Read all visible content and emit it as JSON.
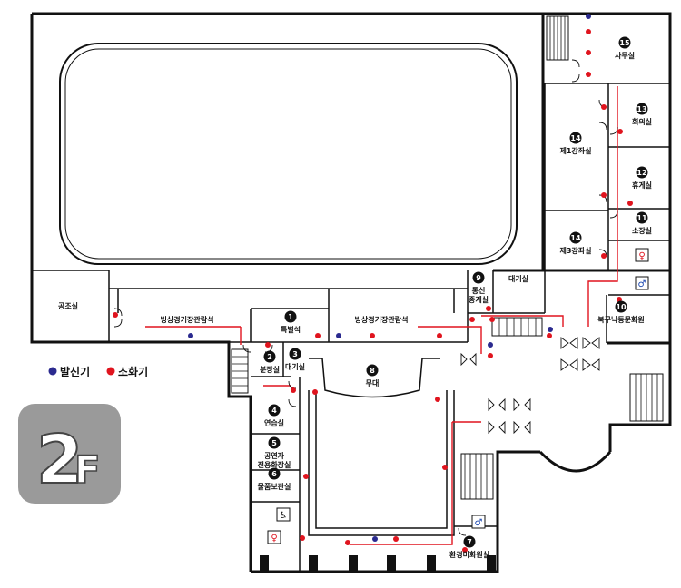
{
  "legend": {
    "transmitter_label": "발신기",
    "extinguisher_label": "소화기",
    "transmitter_color": "#2b2a8f",
    "extinguisher_color": "#e0141e"
  },
  "floor_badge": {
    "number": "2",
    "suffix": "F"
  },
  "rooms": [
    {
      "id": "r1",
      "num": "1",
      "name": "특별석"
    },
    {
      "id": "r2",
      "num": "2",
      "name": "분장실"
    },
    {
      "id": "r3",
      "num": "3",
      "name": "대기실"
    },
    {
      "id": "r4",
      "num": "4",
      "name": "연습실"
    },
    {
      "id": "r5",
      "num": "5",
      "name": "공연자",
      "name2": "전용화장실"
    },
    {
      "id": "r6",
      "num": "6",
      "name": "물품보관실"
    },
    {
      "id": "r7",
      "num": "7",
      "name": "환경미화원실"
    },
    {
      "id": "r8",
      "num": "8",
      "name": "무대"
    },
    {
      "id": "r9",
      "num": "9",
      "name": "통신",
      "name2": "중계실"
    },
    {
      "id": "r10",
      "num": "10",
      "name": "북구낙동문화원"
    },
    {
      "id": "r11",
      "num": "11",
      "name": "소장실"
    },
    {
      "id": "r12",
      "num": "12",
      "name": "휴게실"
    },
    {
      "id": "r13",
      "num": "13",
      "name": "회의실"
    },
    {
      "id": "r14a",
      "num": "14",
      "name": "제1강좌실"
    },
    {
      "id": "r14b",
      "num": "14",
      "name": "제3강좌실"
    },
    {
      "id": "r15",
      "num": "15",
      "name": "사무실"
    }
  ],
  "unnumbered_rooms": {
    "craft_room": "공조실",
    "waiting_room": "대기실",
    "stand_left": "빙상경기장관람석",
    "stand_right": "빙상경기장관람석"
  }
}
